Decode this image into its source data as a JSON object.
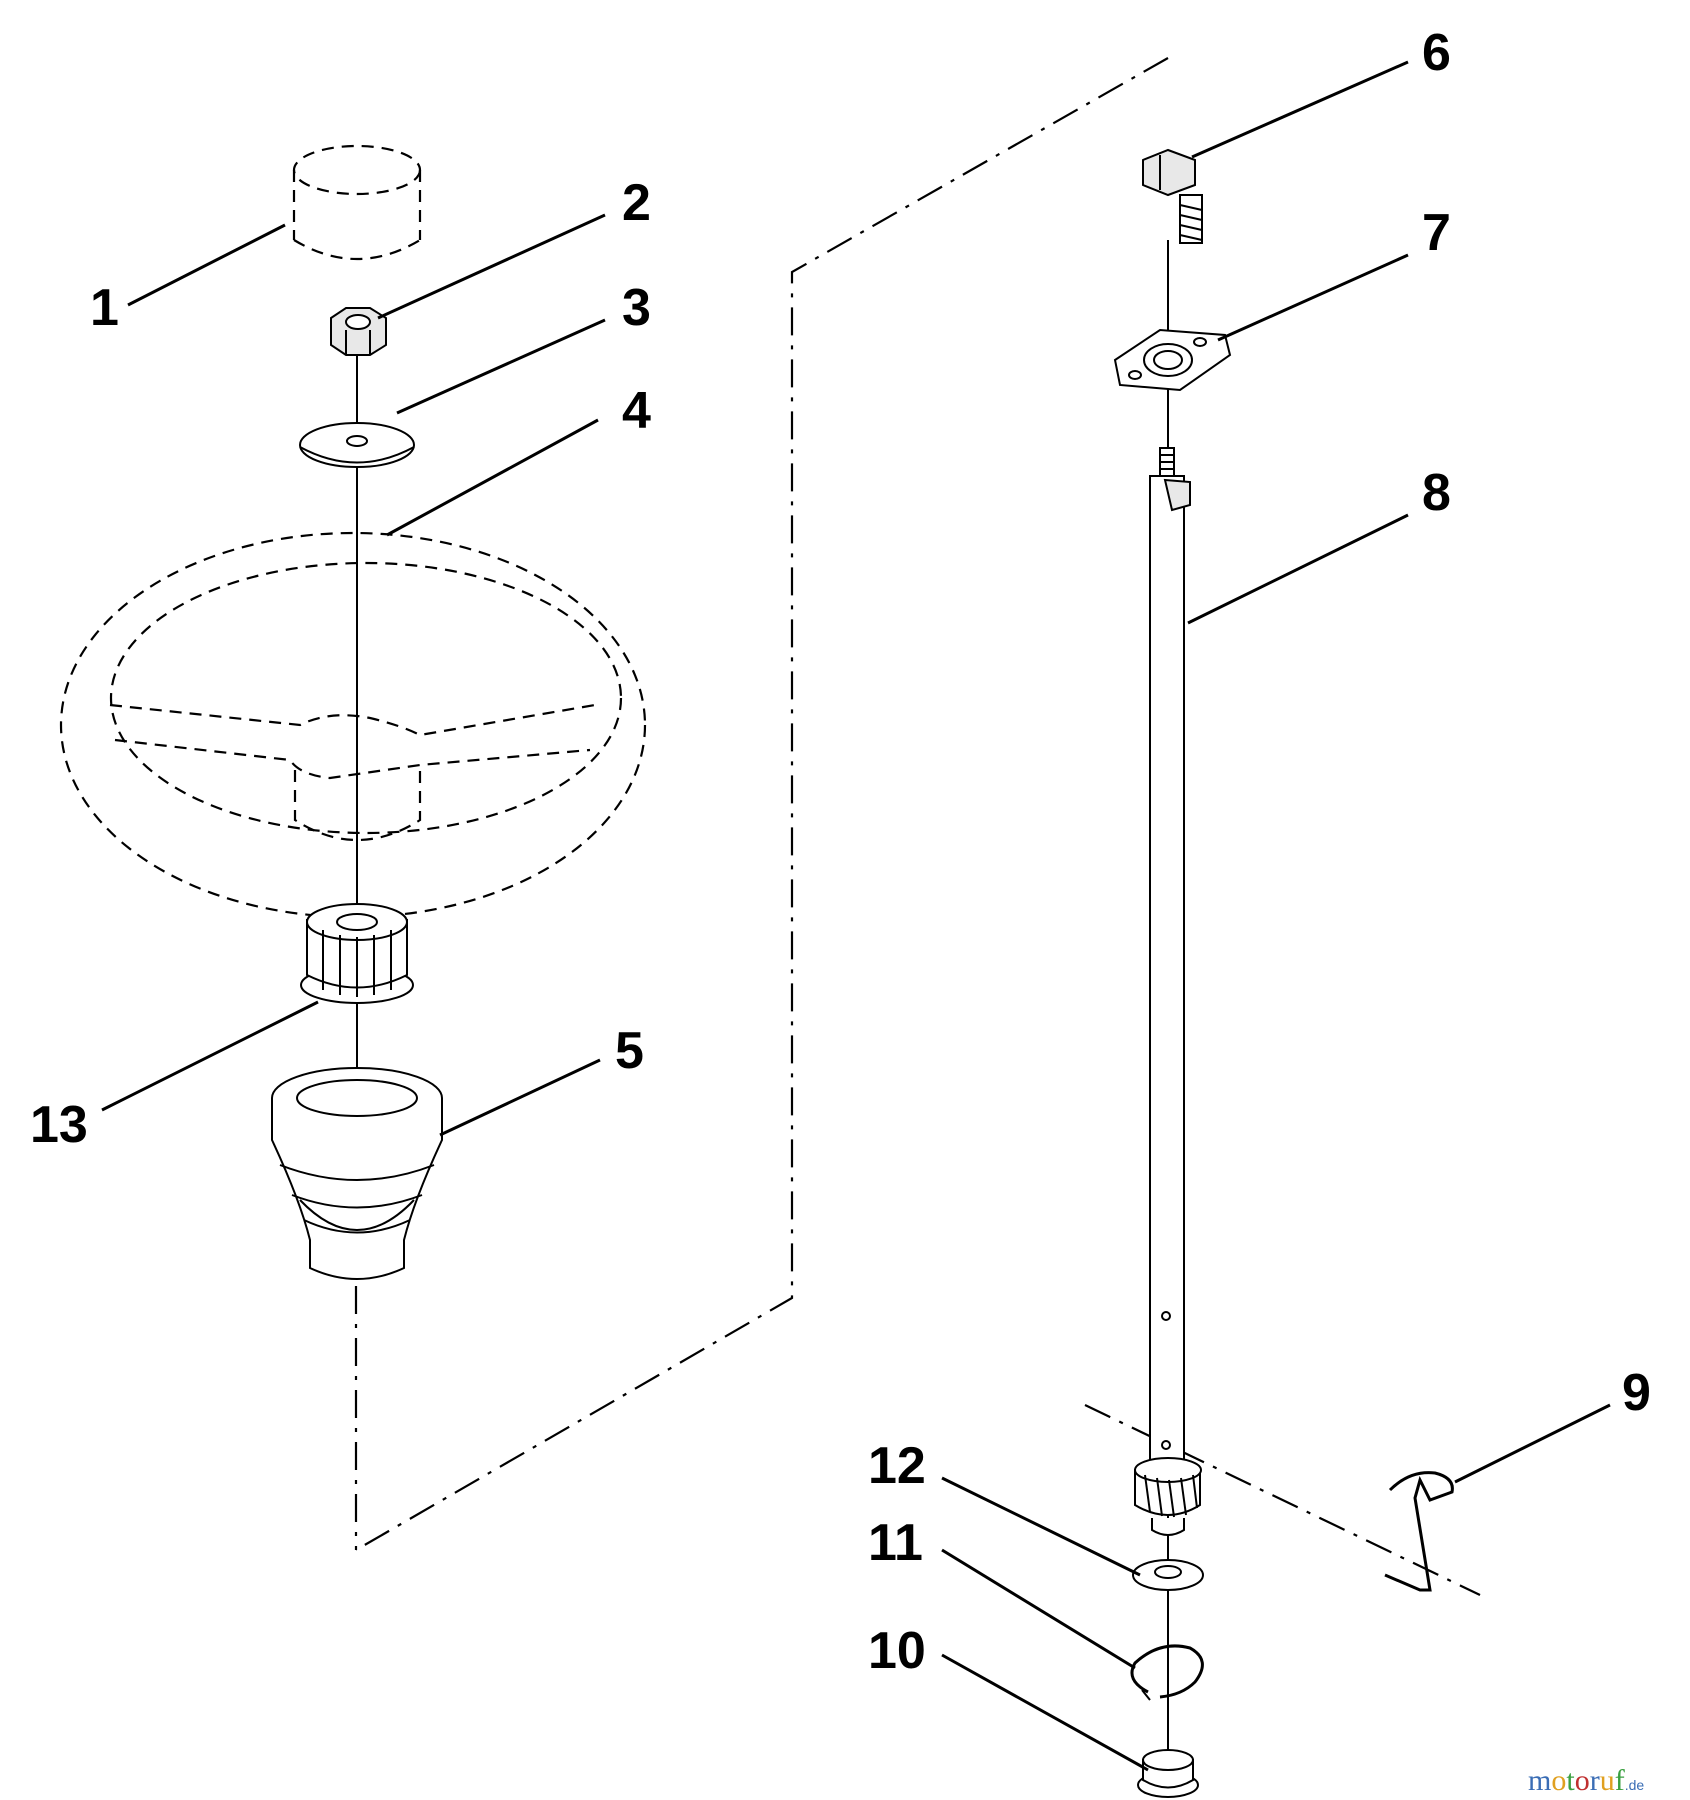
{
  "diagram": {
    "callouts": [
      {
        "id": "1",
        "label": "1"
      },
      {
        "id": "2",
        "label": "2"
      },
      {
        "id": "3",
        "label": "3"
      },
      {
        "id": "4",
        "label": "4"
      },
      {
        "id": "5",
        "label": "5"
      },
      {
        "id": "6",
        "label": "6"
      },
      {
        "id": "7",
        "label": "7"
      },
      {
        "id": "8",
        "label": "8"
      },
      {
        "id": "9",
        "label": "9"
      },
      {
        "id": "10",
        "label": "10"
      },
      {
        "id": "11",
        "label": "11"
      },
      {
        "id": "12",
        "label": "12"
      },
      {
        "id": "13",
        "label": "13"
      }
    ]
  },
  "watermark": {
    "letters": [
      "m",
      "o",
      "t",
      "o",
      "r",
      "u",
      "f"
    ],
    "colors": [
      "#3a6db5",
      "#e0a020",
      "#3aa040",
      "#c03030",
      "#3a6db5",
      "#e0a020",
      "#3aa040"
    ],
    "suffix": ".de"
  }
}
